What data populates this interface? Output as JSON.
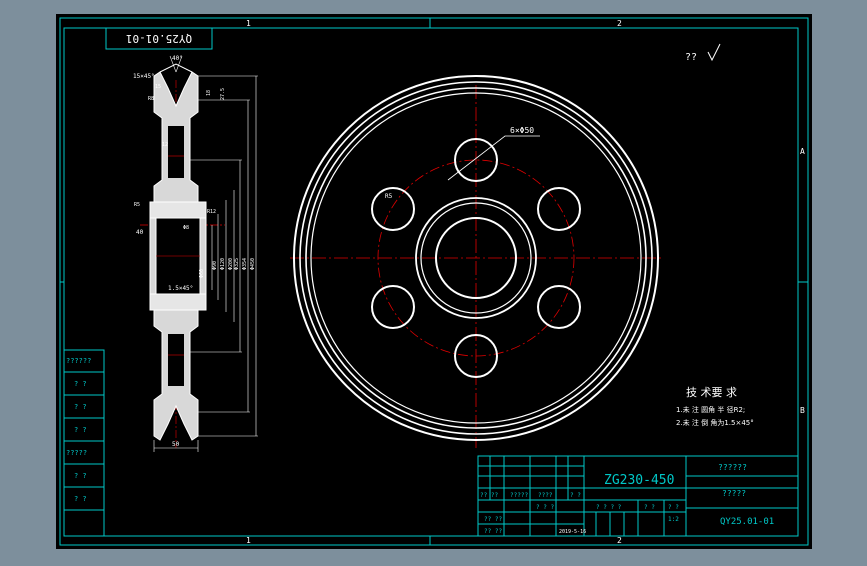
{
  "colors": {
    "background": "#7d8f9c",
    "sheet": "#000000",
    "frame": "#00c8c8",
    "geometry": "#ffffff",
    "centerline": "#e00000",
    "text": "#ffffff",
    "dimension": "#ffffff"
  },
  "zones": {
    "top": [
      "1",
      "2"
    ],
    "bottom": [
      "1",
      "2"
    ],
    "right": [
      "A",
      "B"
    ]
  },
  "drawing_number_rotated": "QY25.01-01",
  "roughness_note": "?? ",
  "dimensions": {
    "hole_pattern": "6×Φ50",
    "groove_angle": "40°",
    "chamfer_top": "15×45°",
    "chamfer_bottom": "1.5×45°",
    "bore_left": "40",
    "width": "50",
    "small_labels": [
      "15",
      "R5",
      "R8",
      "12",
      "Φ8",
      "R12",
      "R5"
    ],
    "vertical_dims": [
      "Φ60",
      "Φ90",
      "Φ120",
      "Φ200",
      "Φ325",
      "Φ354",
      "Φ450"
    ],
    "top_dims": [
      "18",
      "27.5"
    ]
  },
  "technical_requirements": {
    "title": "技 术要 求",
    "lines": [
      "1.未 注 圆角 半 径R2;",
      "2.未 注 倒 角为1.5×45°"
    ]
  },
  "title_block": {
    "material": "ZG230-450",
    "company": "??????",
    "part_name": "?????",
    "drawing_number": "QY25.01-01",
    "date": "2019-5-16",
    "scale": "1:2",
    "row_labels": [
      "?? ??",
      "?????",
      "????",
      "?? ??",
      "?? ??"
    ],
    "small_cells": [
      "? ? ? ?",
      "? ?",
      "? ?",
      "? ? ?",
      "? ?"
    ]
  },
  "left_strip": {
    "labels": [
      "??????",
      "? ?",
      "? ?",
      "? ?",
      "?????",
      "? ?",
      "? ?"
    ]
  }
}
